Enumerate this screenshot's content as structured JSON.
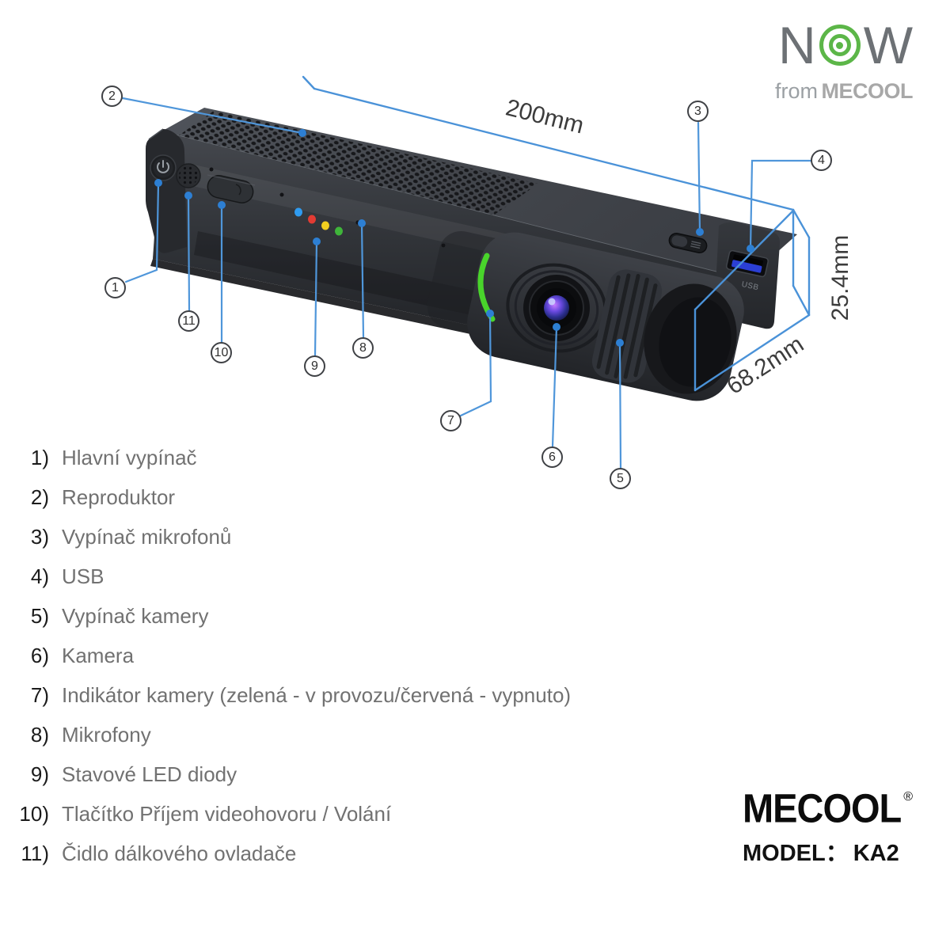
{
  "branding": {
    "now_logo": {
      "letter_n": "N",
      "letter_w": "W",
      "from_text": "from",
      "brand_text": "MECOOL"
    },
    "mecool_logo": {
      "brand": "MECOOL",
      "registered_mark": "®",
      "model_label": "MODEL：",
      "model_value": "KA2"
    }
  },
  "diagram": {
    "dimensions": {
      "length": "200mm",
      "height": "25.4mm",
      "depth": "68.2mm"
    },
    "device": {
      "usb_port_label": "USB"
    },
    "callouts": [
      {
        "number": "1"
      },
      {
        "number": "2"
      },
      {
        "number": "3"
      },
      {
        "number": "4"
      },
      {
        "number": "5"
      },
      {
        "number": "6"
      },
      {
        "number": "7"
      },
      {
        "number": "8"
      },
      {
        "number": "9"
      },
      {
        "number": "10"
      },
      {
        "number": "11"
      }
    ],
    "colors": {
      "callout_line_blue": "#4a92d8",
      "callout_dot_blue": "#2d7fd3",
      "camera_indicator_green": "#49d42b",
      "led_blue": "#2f9bf0",
      "led_red": "#e33b33",
      "led_yellow": "#f2cf1f",
      "led_green": "#3fb53a",
      "usb_insert_blue": "#2b3fd4",
      "now_logo_green": "#5cb648",
      "device_body_dark": "#2c2e33"
    }
  },
  "legend": {
    "items": [
      {
        "number": "1)",
        "label": "Hlavní vypínač"
      },
      {
        "number": "2)",
        "label": "Reproduktor"
      },
      {
        "number": "3)",
        "label": "Vypínač mikrofonů"
      },
      {
        "number": "4)",
        "label": "USB"
      },
      {
        "number": "5)",
        "label": "Vypínač kamery"
      },
      {
        "number": "6)",
        "label": "Kamera"
      },
      {
        "number": "7)",
        "label": "Indikátor kamery (zelená - v provozu/červená - vypnuto)"
      },
      {
        "number": "8)",
        "label": "Mikrofony"
      },
      {
        "number": "9)",
        "label": "Stavové LED diody"
      },
      {
        "number": "10)",
        "label": "Tlačítko Příjem videohovoru / Volání"
      },
      {
        "number": "11)",
        "label": "Čidlo dálkového ovladače"
      }
    ]
  }
}
